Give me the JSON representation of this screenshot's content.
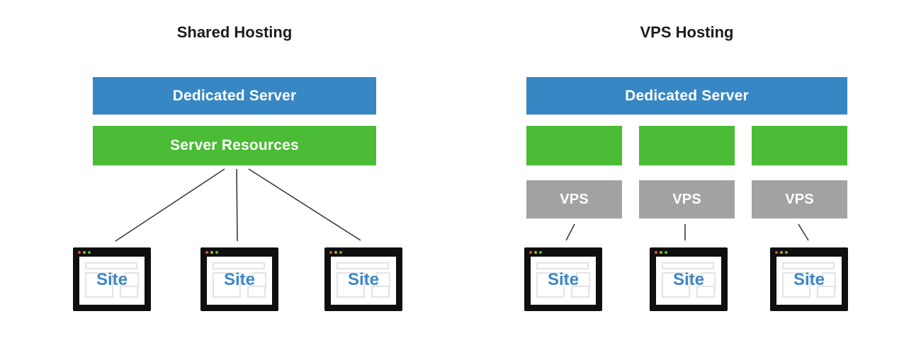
{
  "colors": {
    "bg": "#ffffff",
    "blue": "#3787c5",
    "green": "#4abc35",
    "gray": "#a2a2a2",
    "frame": "#0f0f0f",
    "wire": "#e4e4e4",
    "line": "#3c3c3c",
    "title-text": "#1c1c1c",
    "site-text": "#3d86c5",
    "dot-red": "#d94f3d",
    "dot-yellow": "#b5a832",
    "dot-green": "#57b83a"
  },
  "left_panel": {
    "title": "Shared Hosting",
    "dedicated_server_label": "Dedicated Server",
    "server_resources_label": "Server Resources",
    "sites": [
      {
        "label": "Site"
      },
      {
        "label": "Site"
      },
      {
        "label": "Site"
      }
    ]
  },
  "right_panel": {
    "title": "VPS Hosting",
    "dedicated_server_label": "Dedicated Server",
    "vps_boxes": [
      {
        "label": "VPS"
      },
      {
        "label": "VPS"
      },
      {
        "label": "VPS"
      }
    ],
    "sites": [
      {
        "label": "Site"
      },
      {
        "label": "Site"
      },
      {
        "label": "Site"
      }
    ]
  }
}
